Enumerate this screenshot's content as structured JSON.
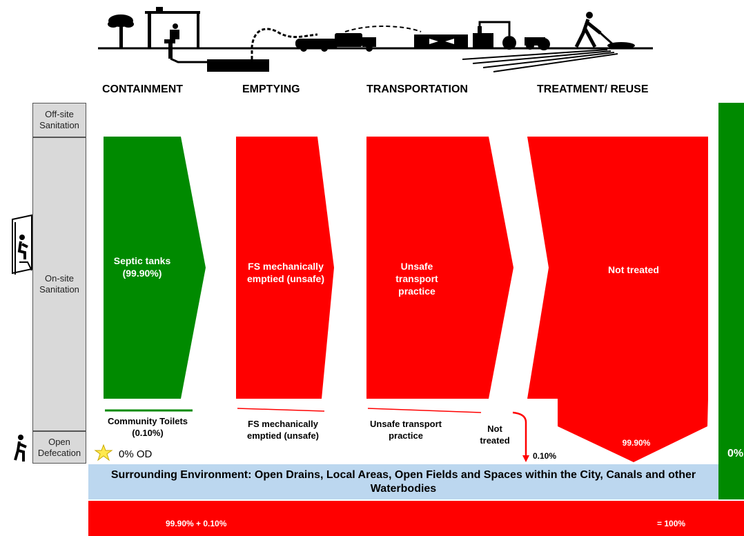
{
  "stages": {
    "containment": "CONTAINMENT",
    "emptying": "EMPTYING",
    "transportation": "TRANSPORTATION",
    "treatment": "TREATMENT/ REUSE"
  },
  "side": {
    "offsite": "Off-site Sanitation",
    "onsite": "On-site Sanitation",
    "open": "Open Defecation"
  },
  "flows": {
    "septic": "Septic tanks (99.90%)",
    "fs_emptied": "FS mechanically emptied (unsafe)",
    "unsafe_transport": "Unsafe transport practice",
    "not_treated": "Not treated"
  },
  "below": {
    "community": "Community Toilets (0.10%)",
    "fs_emptied": "FS mechanically emptied (unsafe)",
    "unsafe_transport": "Unsafe transport practice",
    "not_treated": "Not treated",
    "small_pct": "0.10%",
    "big_pct": "99.90%",
    "od": "0% OD"
  },
  "environment": "Surrounding Environment: Open Drains, Local Areas, Open Fields and Spaces within the City, Canals and other Waterbodies",
  "total": {
    "left": "99.90% + 0.10%",
    "right": "= 100%"
  },
  "right_bar": {
    "label": "0%"
  },
  "colors": {
    "green": "#008a00",
    "red": "#ff0000",
    "blue": "#bcd7ef",
    "grey": "#d9d9d9"
  }
}
